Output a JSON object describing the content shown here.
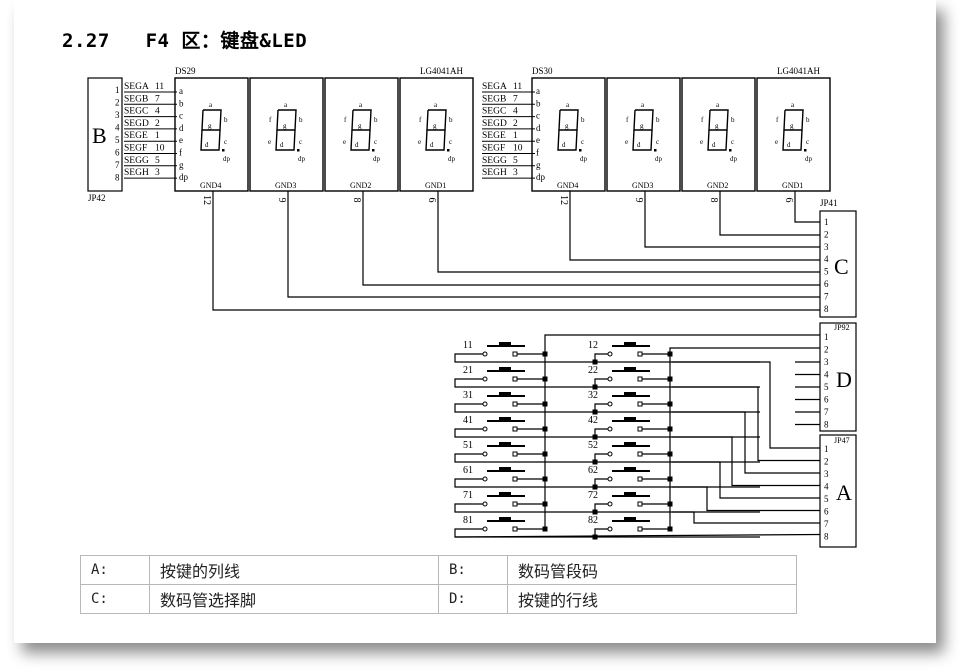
{
  "title": "2.27   F4 区：键盘&LED",
  "connector_b": {
    "ref": "JP42",
    "letter": "B",
    "pins": [
      "1",
      "2",
      "3",
      "4",
      "5",
      "6",
      "7",
      "8"
    ]
  },
  "segment_nets": [
    {
      "name": "SEGA",
      "pin": "11"
    },
    {
      "name": "SEGB",
      "pin": "7"
    },
    {
      "name": "SEGC",
      "pin": "4"
    },
    {
      "name": "SEGD",
      "pin": "2"
    },
    {
      "name": "SEGE",
      "pin": "1"
    },
    {
      "name": "SEGF",
      "pin": "10"
    },
    {
      "name": "SEGG",
      "pin": "5"
    },
    {
      "name": "SEGH",
      "pin": "3"
    }
  ],
  "segment_inputs": [
    "a",
    "b",
    "c",
    "d",
    "e",
    "f",
    "g",
    "dp"
  ],
  "displays": [
    {
      "ref": "DS29",
      "part": "LG4041AH",
      "digits": [
        {
          "gnd": "GND4",
          "pin": "12"
        },
        {
          "gnd": "GND3",
          "pin": "9"
        },
        {
          "gnd": "GND2",
          "pin": "8"
        },
        {
          "gnd": "GND1",
          "pin": "6"
        }
      ]
    },
    {
      "ref": "DS30",
      "part": "LG4041AH",
      "digits": [
        {
          "gnd": "GND4",
          "pin": "12"
        },
        {
          "gnd": "GND3",
          "pin": "9"
        },
        {
          "gnd": "GND2",
          "pin": "8"
        },
        {
          "gnd": "GND1",
          "pin": "6"
        }
      ]
    }
  ],
  "seg_glyph_labels": {
    "a": "a",
    "b": "b",
    "c": "c",
    "d": "d",
    "e": "e",
    "f": "f",
    "g": "g",
    "dp": "dp"
  },
  "connector_c": {
    "ref": "JP41",
    "letter": "C",
    "pins": [
      "1",
      "2",
      "3",
      "4",
      "5",
      "6",
      "7",
      "8"
    ]
  },
  "connector_d": {
    "ref": "JP92",
    "letter": "D",
    "pins": [
      "1",
      "2",
      "3",
      "4",
      "5",
      "6",
      "7",
      "8"
    ]
  },
  "connector_a": {
    "ref": "JP47",
    "letter": "A",
    "pins": [
      "1",
      "2",
      "3",
      "4",
      "5",
      "6",
      "7",
      "8"
    ]
  },
  "keys": {
    "col1": [
      "11",
      "21",
      "31",
      "41",
      "51",
      "61",
      "71",
      "81"
    ],
    "col2": [
      "12",
      "22",
      "32",
      "42",
      "52",
      "62",
      "72",
      "82"
    ]
  },
  "legend": [
    {
      "key": "A:",
      "value": "按键的列线",
      "key2": "B:",
      "value2": "数码管段码"
    },
    {
      "key": "C:",
      "value": "数码管选择脚",
      "key2": "D:",
      "value2": "按键的行线"
    }
  ]
}
